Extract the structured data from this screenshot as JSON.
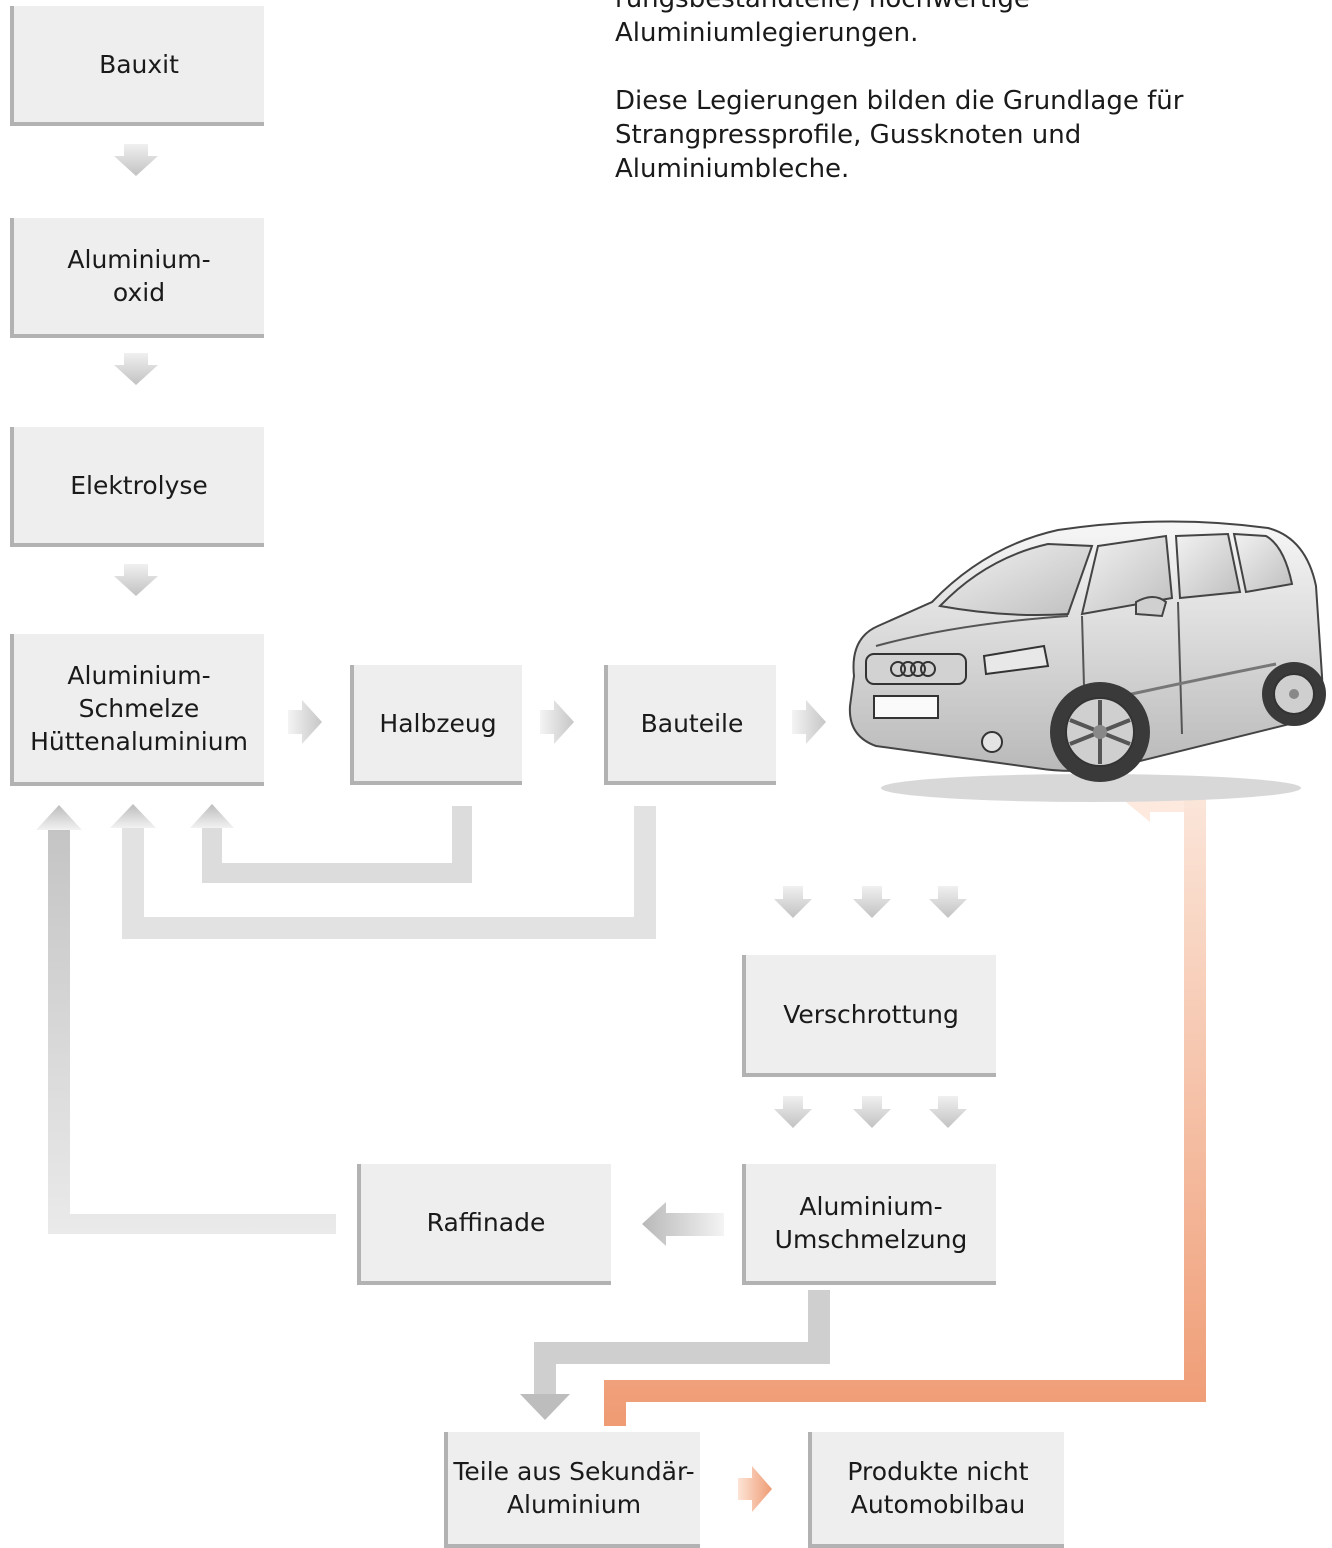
{
  "intro": {
    "paragraph1_line1": "rungsbestandteile) hochwertige",
    "paragraph1_line2": "Aluminiumlegierungen.",
    "paragraph2": "Diese Legierungen bilden die Grundlage für Strangpressprofile, Gussknoten und Aluminiumbleche."
  },
  "boxes": {
    "bauxit": "Bauxit",
    "aluminiumoxid": "Aluminium-\noxid",
    "elektrolyse": "Elektrolyse",
    "schmelze": "Aluminium-\nSchmelze\nHüttenaluminium",
    "halbzeug": "Halbzeug",
    "bauteile": "Bauteile",
    "verschrottung": "Verschrottung",
    "umschmelzung": "Aluminium-\nUmschmelzung",
    "raffinade": "Raffinade",
    "sekundaer": "Teile aus Sekundär-\nAluminium",
    "produkte": "Produkte nicht\nAutomobilbau"
  },
  "colors": {
    "box_fill": "#eeeeee",
    "box_shadow": "#b2b2b2",
    "arrow_gray": "#c4c4c4",
    "arrow_orange": "#ef9b73"
  },
  "icons": {
    "car": "car-illustration"
  }
}
